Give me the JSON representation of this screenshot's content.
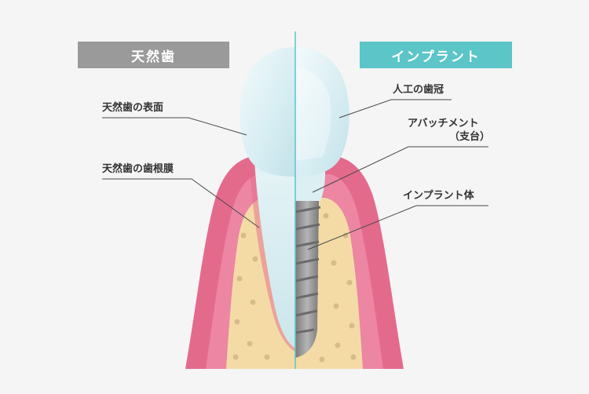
{
  "headers": {
    "natural": "天然歯",
    "implant": "インプラント"
  },
  "labels": {
    "natural_surface": "天然歯の表面",
    "natural_ligament": "天然歯の歯根膜",
    "implant_crown": "人工の歯冠",
    "implant_abutment": "アバッチメント",
    "implant_abutment_sub": "（支台）",
    "implant_body": "インプラント体"
  },
  "colors": {
    "background": "#f5f5f5",
    "natural_header": "#9a9a9a",
    "implant_header": "#5bc5c8",
    "gum": "#e46a8c",
    "gum_light": "#f29ab2",
    "bone": "#f4dba6",
    "bone_dots": "#d6bc8a",
    "tooth": "#dceff3",
    "screw": "#8b8b8b",
    "divider": "#5bc5c8",
    "leader_line": "#4a4a4a"
  }
}
